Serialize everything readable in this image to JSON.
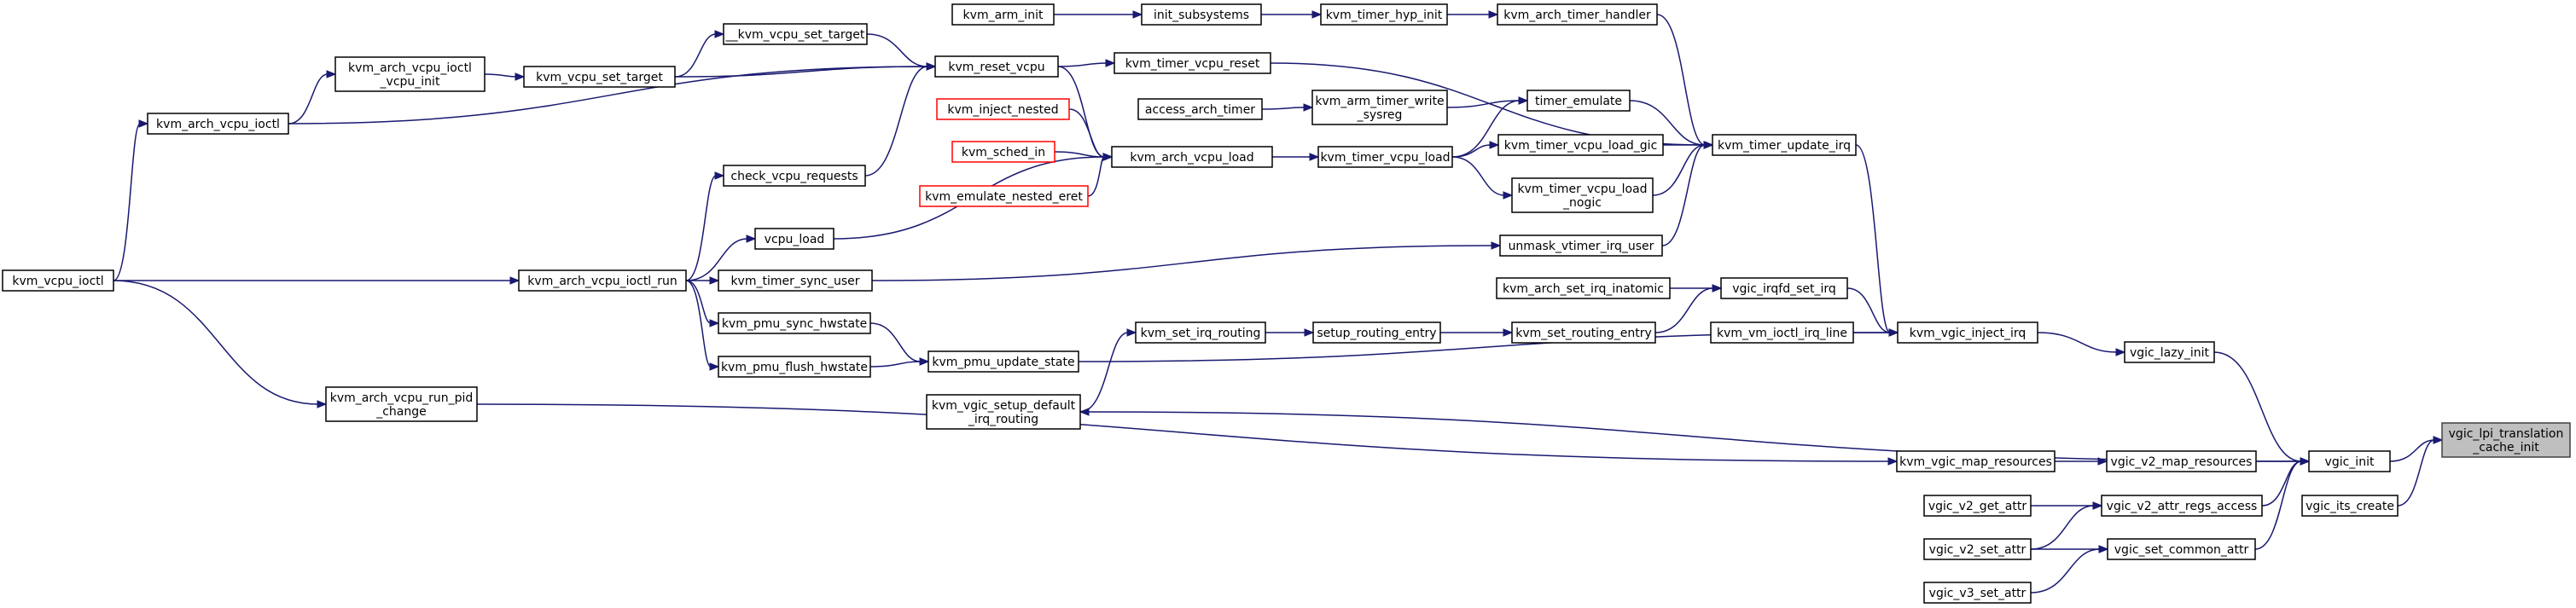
{
  "colors": {
    "edge": "#191970",
    "node_border": "#000000",
    "truncated_border": "#ff0000",
    "root_fill": "#bfbfbf"
  },
  "nodes": {
    "vgic_lpi_translation_cache_init": [
      "vgic_lpi_translation",
      "_cache_init"
    ],
    "vgic_init": [
      "vgic_init"
    ],
    "vgic_its_create": [
      "vgic_its_create"
    ],
    "vgic_lazy_init": [
      "vgic_lazy_init"
    ],
    "vgic_v2_map_resources": [
      "vgic_v2_map_resources"
    ],
    "vgic_v2_attr_regs_access": [
      "vgic_v2_attr_regs_access"
    ],
    "vgic_set_common_attr": [
      "vgic_set_common_attr"
    ],
    "kvm_vgic_inject_irq": [
      "kvm_vgic_inject_irq"
    ],
    "kvm_vgic_map_resources": [
      "kvm_vgic_map_resources"
    ],
    "vgic_v2_get_attr": [
      "vgic_v2_get_attr"
    ],
    "vgic_v2_set_attr": [
      "vgic_v2_set_attr"
    ],
    "vgic_v3_set_attr": [
      "vgic_v3_set_attr"
    ],
    "kvm_timer_update_irq": [
      "kvm_timer_update_irq"
    ],
    "vgic_irqfd_set_irq": [
      "vgic_irqfd_set_irq"
    ],
    "kvm_vm_ioctl_irq_line": [
      "kvm_vm_ioctl_irq_line"
    ],
    "kvm_arch_set_irq_inatomic": [
      "kvm_arch_set_irq_inatomic"
    ],
    "kvm_set_routing_entry": [
      "kvm_set_routing_entry"
    ],
    "setup_routing_entry": [
      "setup_routing_entry"
    ],
    "kvm_set_irq_routing": [
      "kvm_set_irq_routing"
    ],
    "kvm_vgic_setup_default_irq_routing": [
      "kvm_vgic_setup_default",
      "_irq_routing"
    ],
    "kvm_pmu_update_state": [
      "kvm_pmu_update_state"
    ],
    "kvm_pmu_sync_hwstate": [
      "kvm_pmu_sync_hwstate"
    ],
    "kvm_pmu_flush_hwstate": [
      "kvm_pmu_flush_hwstate"
    ],
    "kvm_arch_timer_handler": [
      "kvm_arch_timer_handler"
    ],
    "kvm_timer_hyp_init": [
      "kvm_timer_hyp_init"
    ],
    "init_subsystems": [
      "init_subsystems"
    ],
    "kvm_arm_init": [
      "kvm_arm_init"
    ],
    "timer_emulate": [
      "timer_emulate"
    ],
    "kvm_timer_vcpu_load_gic": [
      "kvm_timer_vcpu_load_gic"
    ],
    "kvm_timer_vcpu_load_nogic": [
      "kvm_timer_vcpu_load",
      "_nogic"
    ],
    "unmask_vtimer_irq_user": [
      "unmask_vtimer_irq_user"
    ],
    "kvm_arm_timer_write_sysreg": [
      "kvm_arm_timer_write",
      "_sysreg"
    ],
    "access_arch_timer": [
      "access_arch_timer"
    ],
    "kvm_timer_vcpu_load": [
      "kvm_timer_vcpu_load"
    ],
    "kvm_timer_vcpu_reset": [
      "kvm_timer_vcpu_reset"
    ],
    "kvm_arch_vcpu_load": [
      "kvm_arch_vcpu_load"
    ],
    "kvm_inject_nested": [
      "kvm_inject_nested"
    ],
    "kvm_sched_in": [
      "kvm_sched_in"
    ],
    "kvm_emulate_nested_eret": [
      "kvm_emulate_nested_eret"
    ],
    "kvm_reset_vcpu": [
      "kvm_reset_vcpu"
    ],
    "check_vcpu_requests": [
      "check_vcpu_requests"
    ],
    "vcpu_load": [
      "vcpu_load"
    ],
    "kvm_arch_vcpu_ioctl_run": [
      "kvm_arch_vcpu_ioctl_run"
    ],
    "kvm_timer_sync_user": [
      "kvm_timer_sync_user"
    ],
    "__kvm_vcpu_set_target": [
      "__kvm_vcpu_set_target"
    ],
    "kvm_vcpu_set_target": [
      "kvm_vcpu_set_target"
    ],
    "kvm_arch_vcpu_ioctl_vcpu_init": [
      "kvm_arch_vcpu_ioctl",
      "_vcpu_init"
    ],
    "kvm_arch_vcpu_ioctl": [
      "kvm_arch_vcpu_ioctl"
    ],
    "kvm_vcpu_ioctl": [
      "kvm_vcpu_ioctl"
    ],
    "kvm_arch_vcpu_run_pid_change": [
      "kvm_arch_vcpu_run_pid",
      "_change"
    ]
  },
  "truncated_nodes": [
    "kvm_inject_nested",
    "kvm_sched_in",
    "kvm_emulate_nested_eret"
  ],
  "root_node": "vgic_lpi_translation_cache_init",
  "edges": [
    [
      "vgic_init",
      "vgic_lpi_translation_cache_init"
    ],
    [
      "vgic_its_create",
      "vgic_lpi_translation_cache_init"
    ],
    [
      "vgic_lazy_init",
      "vgic_init"
    ],
    [
      "vgic_v2_map_resources",
      "vgic_init"
    ],
    [
      "vgic_v2_attr_regs_access",
      "vgic_init"
    ],
    [
      "vgic_set_common_attr",
      "vgic_init"
    ],
    [
      "vgic_init",
      "kvm_vgic_setup_default_irq_routing"
    ],
    [
      "kvm_vgic_inject_irq",
      "vgic_lazy_init"
    ],
    [
      "kvm_vgic_map_resources",
      "vgic_v2_map_resources"
    ],
    [
      "vgic_v2_get_attr",
      "vgic_v2_attr_regs_access"
    ],
    [
      "vgic_v2_set_attr",
      "vgic_v2_attr_regs_access"
    ],
    [
      "vgic_v2_set_attr",
      "vgic_set_common_attr"
    ],
    [
      "vgic_v3_set_attr",
      "vgic_set_common_attr"
    ],
    [
      "kvm_timer_update_irq",
      "kvm_vgic_inject_irq"
    ],
    [
      "vgic_irqfd_set_irq",
      "kvm_vgic_inject_irq"
    ],
    [
      "kvm_vm_ioctl_irq_line",
      "kvm_vgic_inject_irq"
    ],
    [
      "kvm_pmu_update_state",
      "kvm_vgic_inject_irq"
    ],
    [
      "kvm_arch_set_irq_inatomic",
      "vgic_irqfd_set_irq"
    ],
    [
      "kvm_set_routing_entry",
      "vgic_irqfd_set_irq"
    ],
    [
      "setup_routing_entry",
      "kvm_set_routing_entry"
    ],
    [
      "kvm_set_irq_routing",
      "setup_routing_entry"
    ],
    [
      "kvm_vgic_setup_default_irq_routing",
      "kvm_set_irq_routing"
    ],
    [
      "kvm_pmu_sync_hwstate",
      "kvm_pmu_update_state"
    ],
    [
      "kvm_pmu_flush_hwstate",
      "kvm_pmu_update_state"
    ],
    [
      "kvm_arch_timer_handler",
      "kvm_timer_update_irq"
    ],
    [
      "kvm_timer_hyp_init",
      "kvm_arch_timer_handler"
    ],
    [
      "init_subsystems",
      "kvm_timer_hyp_init"
    ],
    [
      "kvm_arm_init",
      "init_subsystems"
    ],
    [
      "timer_emulate",
      "kvm_timer_update_irq"
    ],
    [
      "kvm_timer_vcpu_load_gic",
      "kvm_timer_update_irq"
    ],
    [
      "kvm_timer_vcpu_load_nogic",
      "kvm_timer_update_irq"
    ],
    [
      "unmask_vtimer_irq_user",
      "kvm_timer_update_irq"
    ],
    [
      "kvm_timer_vcpu_reset",
      "kvm_timer_update_irq"
    ],
    [
      "kvm_arm_timer_write_sysreg",
      "timer_emulate"
    ],
    [
      "kvm_timer_vcpu_load",
      "timer_emulate"
    ],
    [
      "access_arch_timer",
      "kvm_arm_timer_write_sysreg"
    ],
    [
      "kvm_timer_vcpu_load",
      "kvm_timer_vcpu_load_gic"
    ],
    [
      "kvm_timer_vcpu_load",
      "kvm_timer_vcpu_load_nogic"
    ],
    [
      "kvm_arch_vcpu_load",
      "kvm_timer_vcpu_load"
    ],
    [
      "kvm_reset_vcpu",
      "kvm_timer_vcpu_reset"
    ],
    [
      "kvm_inject_nested",
      "kvm_arch_vcpu_load"
    ],
    [
      "kvm_sched_in",
      "kvm_arch_vcpu_load"
    ],
    [
      "kvm_emulate_nested_eret",
      "kvm_arch_vcpu_load"
    ],
    [
      "kvm_reset_vcpu",
      "kvm_arch_vcpu_load"
    ],
    [
      "vcpu_load",
      "kvm_arch_vcpu_load"
    ],
    [
      "check_vcpu_requests",
      "kvm_reset_vcpu"
    ],
    [
      "__kvm_vcpu_set_target",
      "kvm_reset_vcpu"
    ],
    [
      "kvm_vcpu_set_target",
      "kvm_reset_vcpu"
    ],
    [
      "kvm_arch_vcpu_ioctl",
      "kvm_reset_vcpu"
    ],
    [
      "kvm_arch_vcpu_ioctl_run",
      "check_vcpu_requests"
    ],
    [
      "kvm_arch_vcpu_ioctl_run",
      "vcpu_load"
    ],
    [
      "kvm_arch_vcpu_ioctl_run",
      "kvm_timer_sync_user"
    ],
    [
      "kvm_arch_vcpu_ioctl_run",
      "kvm_pmu_sync_hwstate"
    ],
    [
      "kvm_arch_vcpu_ioctl_run",
      "kvm_pmu_flush_hwstate"
    ],
    [
      "kvm_timer_sync_user",
      "unmask_vtimer_irq_user"
    ],
    [
      "kvm_vcpu_set_target",
      "__kvm_vcpu_set_target"
    ],
    [
      "kvm_arch_vcpu_ioctl_vcpu_init",
      "kvm_vcpu_set_target"
    ],
    [
      "kvm_arch_vcpu_ioctl",
      "kvm_arch_vcpu_ioctl_vcpu_init"
    ],
    [
      "kvm_vcpu_ioctl",
      "kvm_arch_vcpu_ioctl"
    ],
    [
      "kvm_vcpu_ioctl",
      "kvm_arch_vcpu_ioctl_run"
    ],
    [
      "kvm_vcpu_ioctl",
      "kvm_arch_vcpu_run_pid_change"
    ],
    [
      "kvm_arch_vcpu_run_pid_change",
      "kvm_vgic_map_resources"
    ]
  ]
}
